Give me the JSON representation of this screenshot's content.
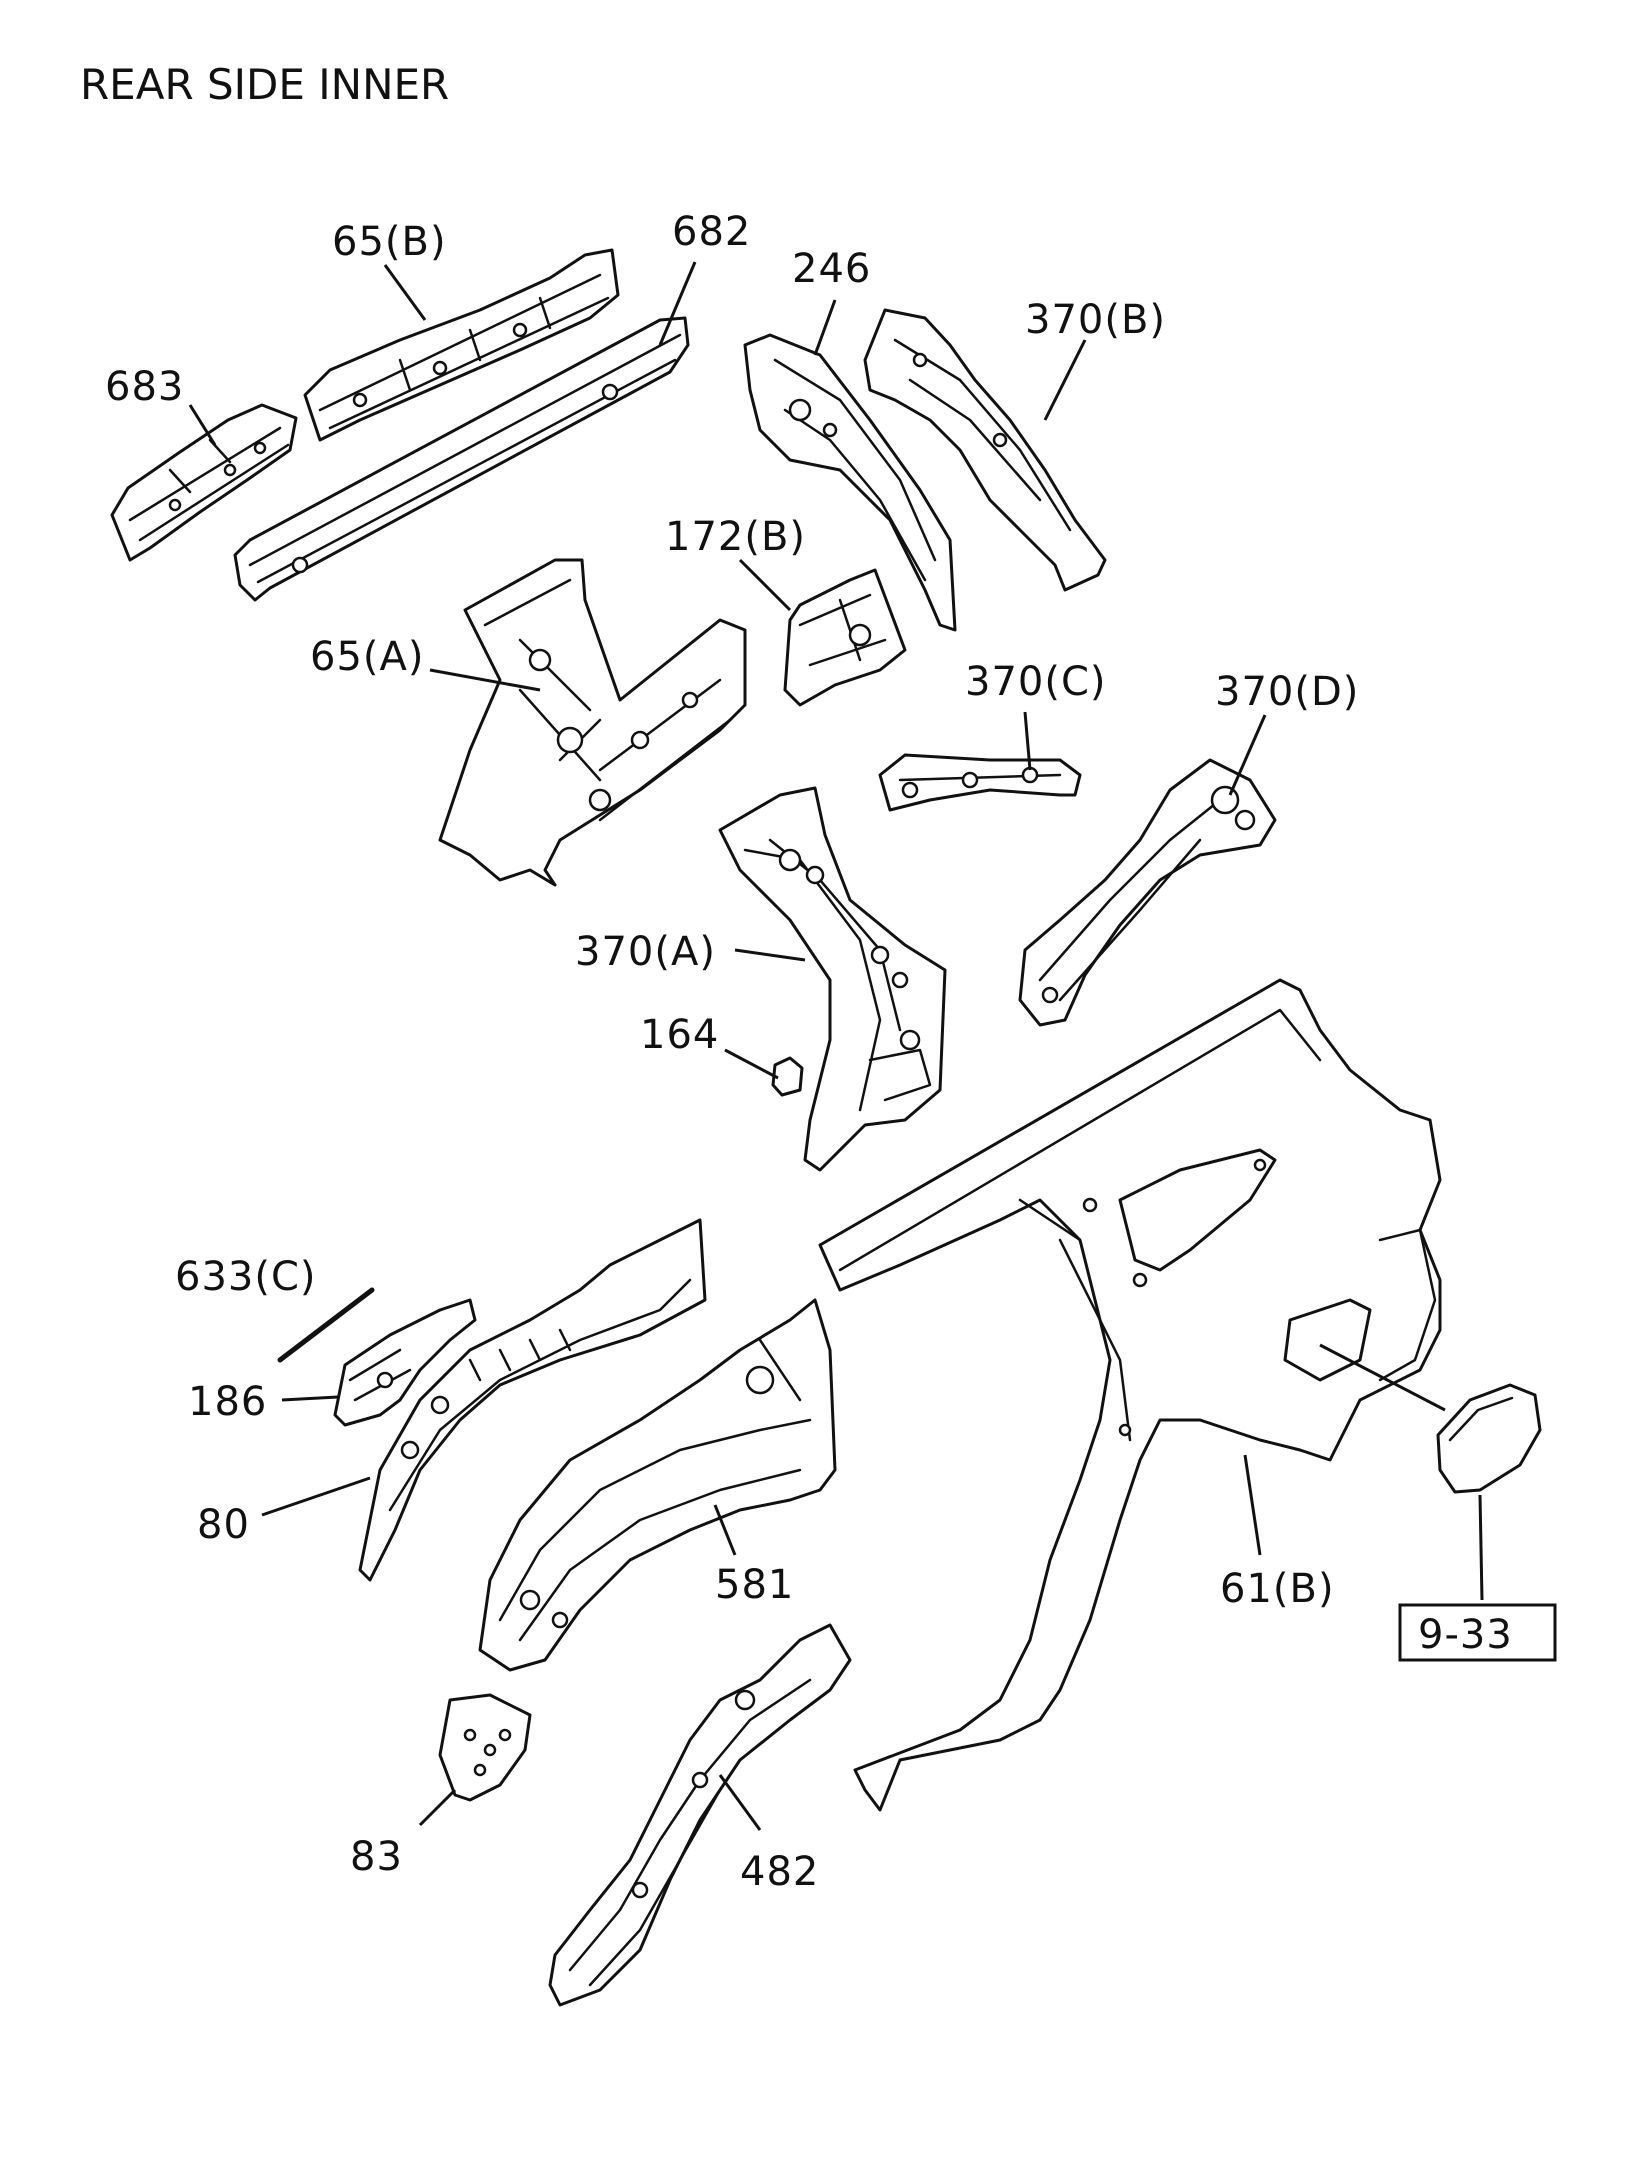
{
  "title": "REAR SIDE INNER",
  "labels": {
    "p683": "683",
    "p65b": "65(B)",
    "p682": "682",
    "p246": "246",
    "p370b": "370(B)",
    "p172b": "172(B)",
    "p65a": "65(A)",
    "p370c": "370(C)",
    "p370d": "370(D)",
    "p370a": "370(A)",
    "p164": "164",
    "p633c": "633(C)",
    "p186": "186",
    "p80": "80",
    "p581": "581",
    "p61b": "61(B)",
    "p83": "83",
    "p482": "482",
    "ref933": "9-33"
  }
}
